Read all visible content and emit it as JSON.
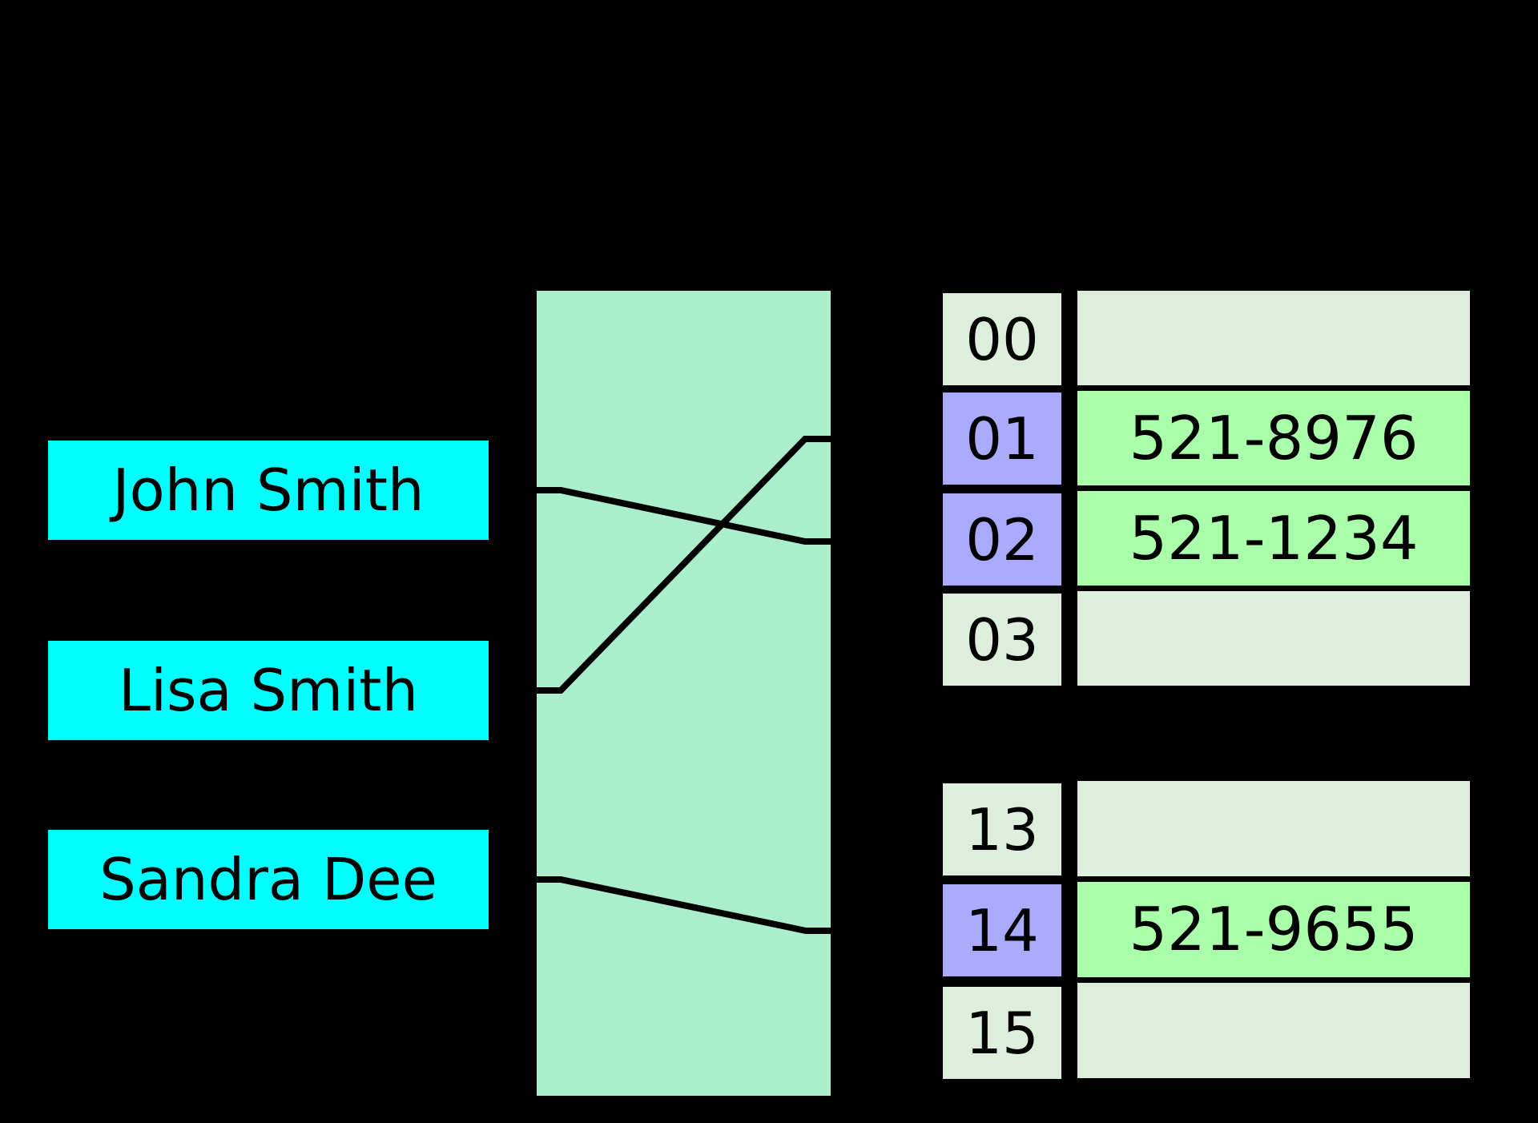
{
  "diagram": {
    "kind": "hash-table",
    "background_color": "#000000",
    "line_color": "#000000"
  },
  "keys": {
    "box_color": "#00ffff",
    "text_color": "#000000",
    "items": [
      {
        "label": "John Smith"
      },
      {
        "label": "Lisa Smith"
      },
      {
        "label": "Sandra Dee"
      }
    ]
  },
  "hash_function": {
    "box_color": "#aaeecc"
  },
  "bucket_colors": {
    "index_normal": "#ddeedd",
    "index_highlight": "#aaaaff",
    "entry_filled": "#aaffaa",
    "entry_empty": "#ddeedd"
  },
  "buckets": [
    {
      "index": "00",
      "value": "",
      "index_color": "#ddeedd",
      "value_color": "#ddeedd"
    },
    {
      "index": "01",
      "value": "521-8976",
      "index_color": "#aaaaff",
      "value_color": "#aaffaa"
    },
    {
      "index": "02",
      "value": "521-1234",
      "index_color": "#aaaaff",
      "value_color": "#aaffaa"
    },
    {
      "index": "03",
      "value": "",
      "index_color": "#ddeedd",
      "value_color": "#ddeedd"
    },
    {
      "index": "13",
      "value": "",
      "index_color": "#ddeedd",
      "value_color": "#ddeedd"
    },
    {
      "index": "14",
      "value": "521-9655",
      "index_color": "#aaaaff",
      "value_color": "#aaffaa"
    },
    {
      "index": "15",
      "value": "",
      "index_color": "#ddeedd",
      "value_color": "#ddeedd"
    }
  ],
  "links": [
    {
      "key": "John Smith",
      "bucket": "02"
    },
    {
      "key": "Lisa Smith",
      "bucket": "01"
    },
    {
      "key": "Sandra Dee",
      "bucket": "14"
    }
  ]
}
